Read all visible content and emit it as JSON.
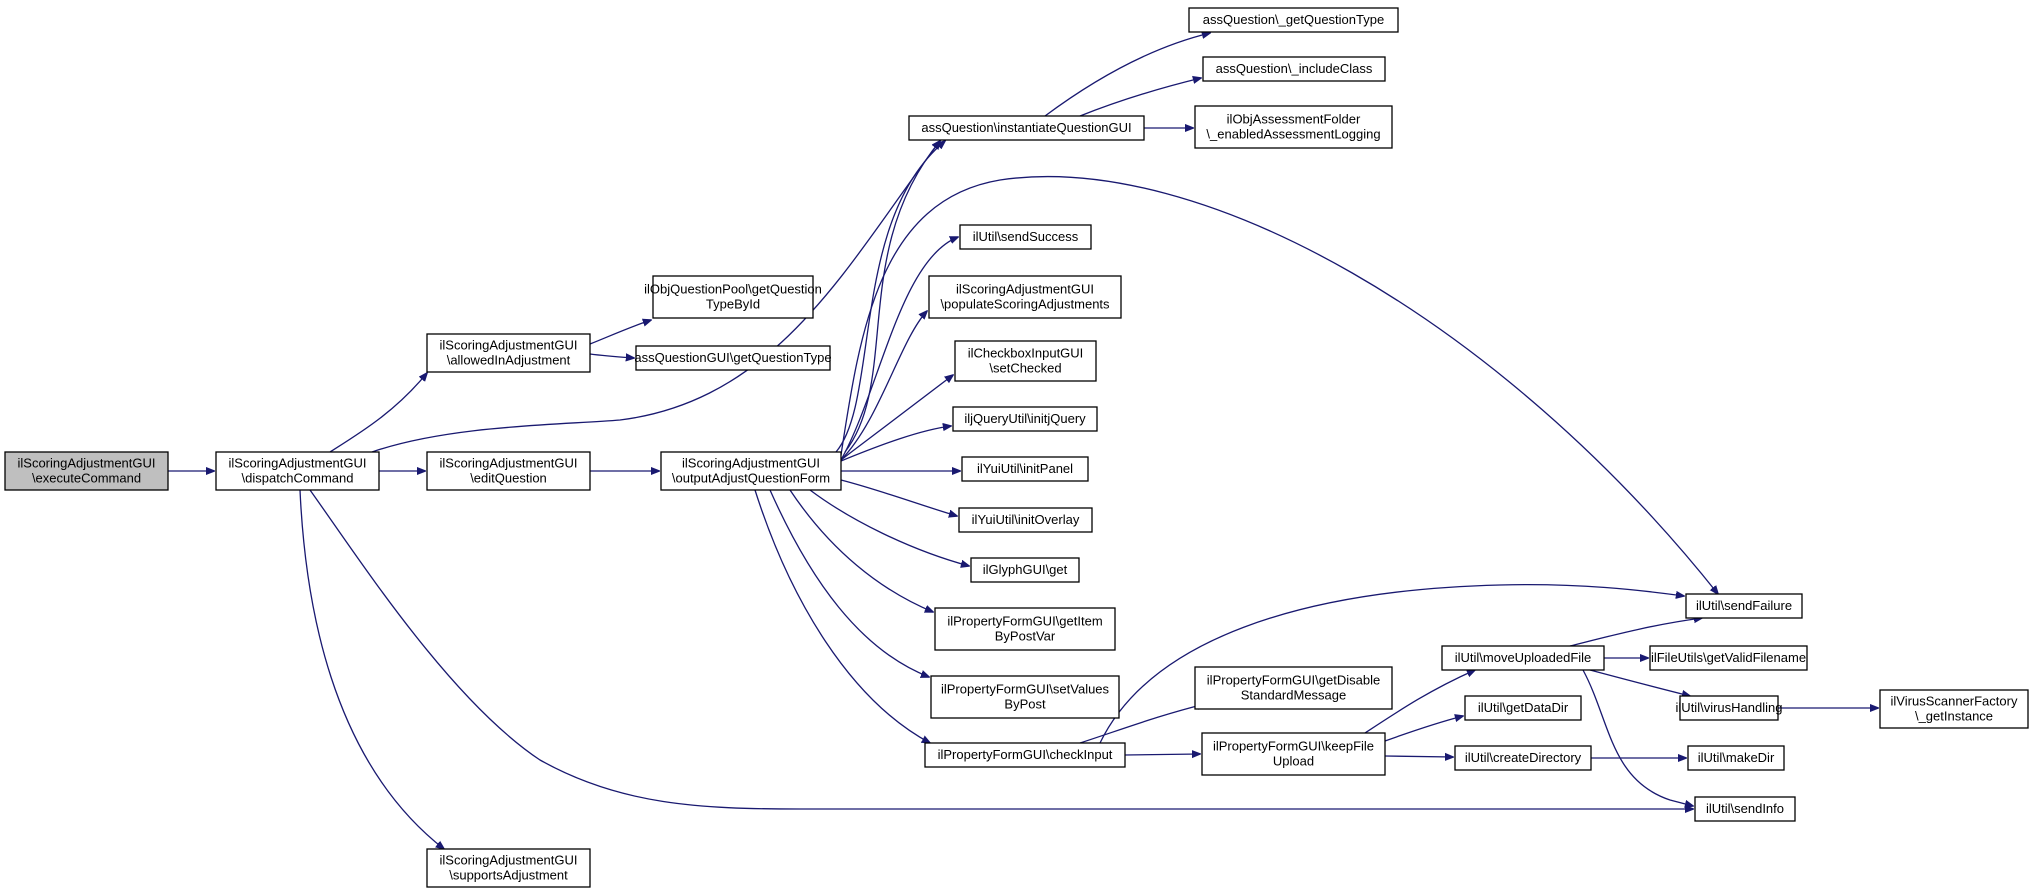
{
  "colors": {
    "edge": "#191970",
    "root_fill": "#bfbfbf",
    "node_fill": "#ffffff",
    "node_stroke": "#000000"
  },
  "nodes": {
    "executeCommand": [
      "ilScoringAdjustmentGUI",
      "\\executeCommand"
    ],
    "dispatchCommand": [
      "ilScoringAdjustmentGUI",
      "\\dispatchCommand"
    ],
    "allowedInAdjustment": [
      "ilScoringAdjustmentGUI",
      "\\allowedInAdjustment"
    ],
    "editQuestion": [
      "ilScoringAdjustmentGUI",
      "\\editQuestion"
    ],
    "supportsAdjustment": [
      "ilScoringAdjustmentGUI",
      "\\supportsAdjustment"
    ],
    "getQuestionTypeById": [
      "ilObjQuestionPool\\getQuestion",
      "TypeById"
    ],
    "assQGuiGetType": [
      "assQuestionGUI\\getQuestionType"
    ],
    "outputForm": [
      "ilScoringAdjustmentGUI",
      "\\outputAdjustQuestionForm"
    ],
    "instantiateGUI": [
      "assQuestion\\instantiateQuestionGUI"
    ],
    "getQuestionType": [
      "assQuestion\\_getQuestionType"
    ],
    "includeClass": [
      "assQuestion\\_includeClass"
    ],
    "enabledLogging": [
      "ilObjAssessmentFolder",
      "\\_enabledAssessmentLogging"
    ],
    "sendSuccess": [
      "ilUtil\\sendSuccess"
    ],
    "populateScoring": [
      "ilScoringAdjustmentGUI",
      "\\populateScoringAdjustments"
    ],
    "setChecked": [
      "ilCheckboxInputGUI",
      "\\setChecked"
    ],
    "initjQuery": [
      "iljQueryUtil\\initjQuery"
    ],
    "initPanel": [
      "ilYuiUtil\\initPanel"
    ],
    "initOverlay": [
      "ilYuiUtil\\initOverlay"
    ],
    "glyphGet": [
      "ilGlyphGUI\\get"
    ],
    "getItemByPostVar": [
      "ilPropertyFormGUI\\getItem",
      "ByPostVar"
    ],
    "setValuesByPost": [
      "ilPropertyFormGUI\\setValues",
      "ByPost"
    ],
    "checkInput": [
      "ilPropertyFormGUI\\checkInput"
    ],
    "getDisableStd": [
      "ilPropertyFormGUI\\getDisable",
      "StandardMessage"
    ],
    "keepFileUpload": [
      "ilPropertyFormGUI\\keepFile",
      "Upload"
    ],
    "sendFailure": [
      "ilUtil\\sendFailure"
    ],
    "moveUploadedFile": [
      "ilUtil\\moveUploadedFile"
    ],
    "getDataDir": [
      "ilUtil\\getDataDir"
    ],
    "createDirectory": [
      "ilUtil\\createDirectory"
    ],
    "getValidFilename": [
      "ilFileUtils\\getValidFilename"
    ],
    "virusHandling": [
      "ilUtil\\virusHandling"
    ],
    "makeDir": [
      "ilUtil\\makeDir"
    ],
    "sendInfo": [
      "ilUtil\\sendInfo"
    ],
    "virusGetInstance": [
      "ilVirusScannerFactory",
      "\\_getInstance"
    ]
  }
}
